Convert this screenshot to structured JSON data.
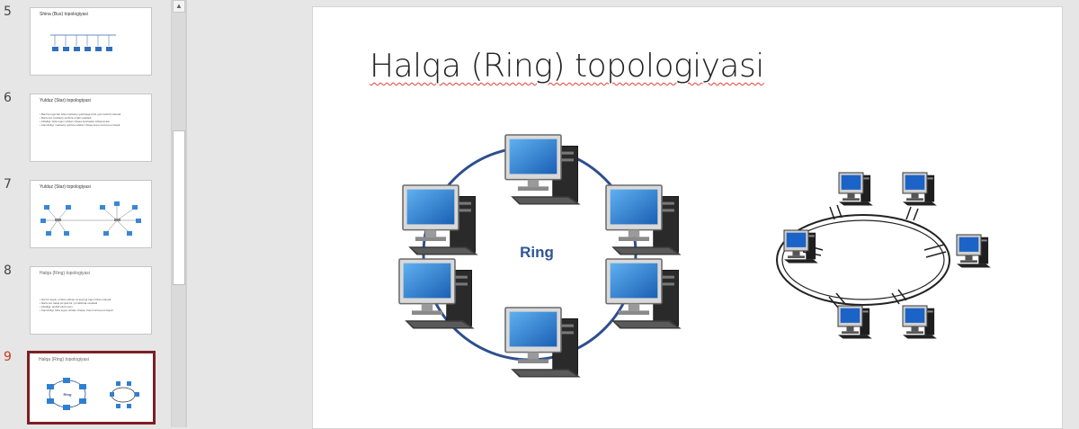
{
  "thumbnails": [
    {
      "number": "5",
      "title": "Shina (Bus) topologiyasi",
      "body": []
    },
    {
      "number": "6",
      "title": "Yulduz (Star) topologiyasi",
      "body": [
        "• Barcha tugunlar bitta markaziy qurilmaga (hub yoki switch) ulanadi",
        "• Ma'lumot markaziy qurilma orqali uzatiladi",
        "• Afzalligi: bitta tugun ishdan chiqsa boshqalar ishlayveradi",
        "• Kamchiligi: markaziy qurilma ishdan chiqsa butun tarmoq to'xtaydi"
      ]
    },
    {
      "number": "7",
      "title": "Yulduz (Star) topologiyasi",
      "body": []
    },
    {
      "number": "8",
      "title": "Halqa (Ring) topologiyasi",
      "body": [
        "• Har bir tugun o'zidan oldingi va keyingi tugun bilan ulanadi",
        "• Ma'lumot halqa bo'ylab bir yo'nalishda uzatiladi",
        "• Afzalligi: tashkil etish oson",
        "• Kamchiligi: bitta tugun ishdan chiqsa, butun tarmoq to'xtaydi"
      ]
    },
    {
      "number": "9",
      "title": "Halqa (Ring) topologiyasi",
      "body": [],
      "ring_label": "Ring"
    }
  ],
  "scrollbar": {
    "up_arrow": "▲"
  },
  "slide": {
    "title": "Halqa (Ring) topologiyasi",
    "ring_label": "Ring"
  },
  "colors": {
    "selected_border": "#7b1f24",
    "active_number": "#c43b1d",
    "ring_line": "#2e4f8e",
    "ring_text": "#2f5597",
    "monitor_screen": "#1f6fc4",
    "case_dark": "#2a2a2a"
  }
}
